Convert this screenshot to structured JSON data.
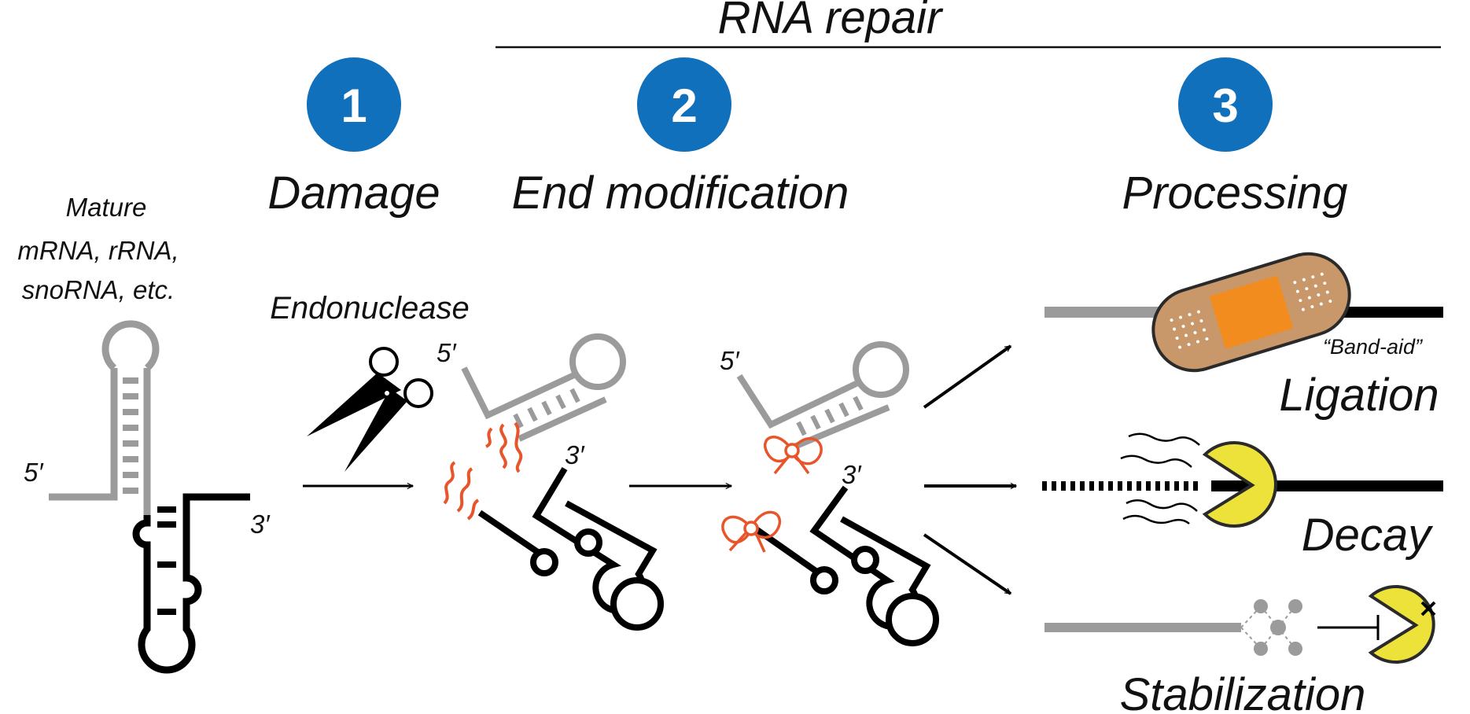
{
  "header": {
    "title": "RNA repair"
  },
  "steps": [
    {
      "number": "1",
      "label": "Damage"
    },
    {
      "number": "2",
      "label": "End modification"
    },
    {
      "number": "3",
      "label": "Processing"
    }
  ],
  "substrate": {
    "line1": "Mature",
    "line2": "mRNA, rRNA,",
    "line3": "snoRNA, etc.",
    "five_prime": "5′",
    "three_prime": "3′"
  },
  "damage": {
    "agent": "Endonuclease"
  },
  "fragments": {
    "five_prime": "5′",
    "three_prime": "3′"
  },
  "outcomes": {
    "ligation": {
      "label": "Ligation",
      "note": "“Band-aid”"
    },
    "decay": {
      "label": "Decay"
    },
    "stabilization": {
      "label": "Stabilization"
    }
  },
  "colors": {
    "accent_blue": "#1070bb",
    "rna_gray": "#9b9b9b",
    "rna_black": "#000000",
    "end_mark_orange": "#e8552a",
    "bandaid_tan": "#c8986a",
    "bandaid_pad": "#f28c1e",
    "pacman_yellow": "#ece23a"
  }
}
